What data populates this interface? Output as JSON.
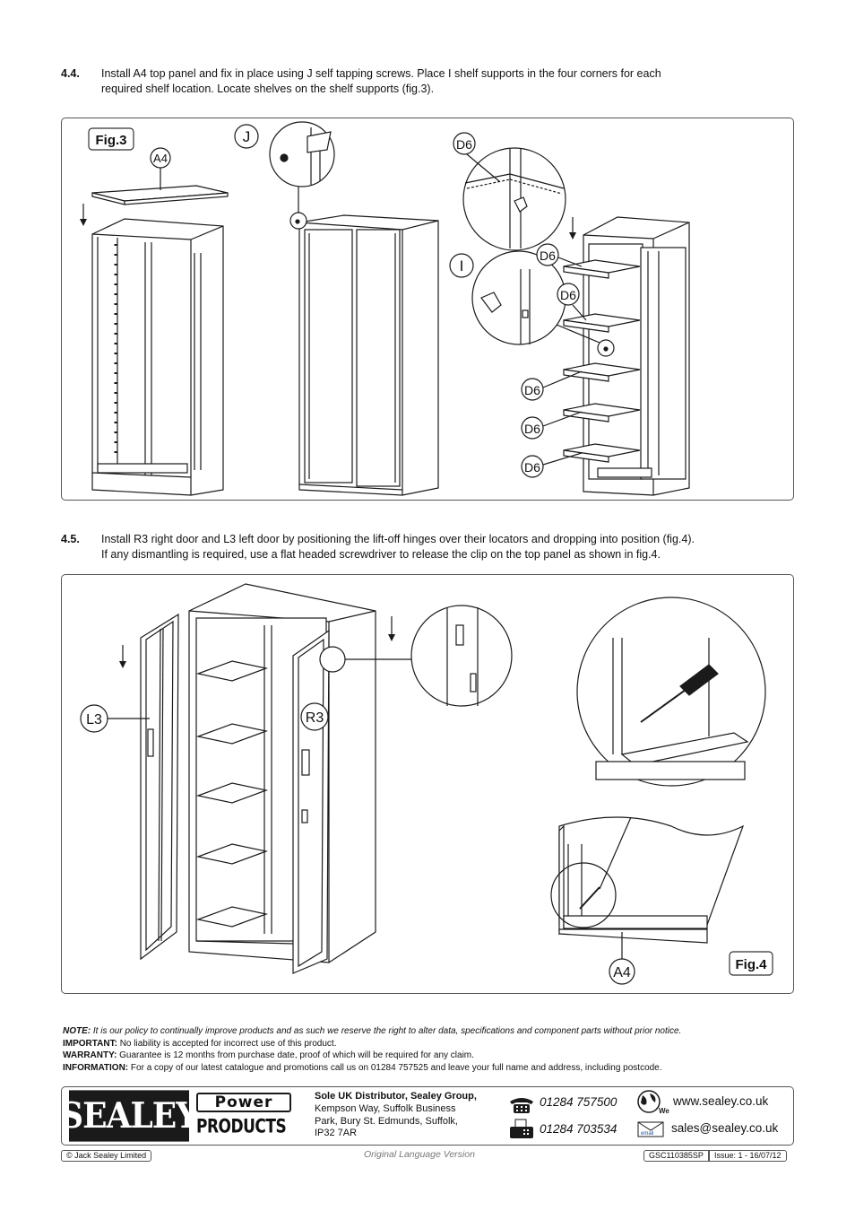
{
  "steps": [
    {
      "number": "4.4.",
      "line1": "Install A4 top panel and fix in place using J self tapping screws. Place I shelf supports in the four corners for each",
      "line2": "required shelf location. Locate shelves on the shelf supports (fig.3)."
    },
    {
      "number": "4.5.",
      "line1": "Install R3 right door and L3 left door by positioning the lift-off hinges over their locators and dropping into position (fig.4).",
      "line2": "If any dismantling is required, use a flat headed screwdriver to release the clip on the top panel as shown in fig.4."
    }
  ],
  "fig3": {
    "title": "Fig.3",
    "labels": {
      "a4": "A4",
      "j": "J",
      "i": "I",
      "d6": "D6"
    }
  },
  "fig4": {
    "title": "Fig.4",
    "labels": {
      "l3": "L3",
      "r3": "R3",
      "a4": "A4"
    }
  },
  "notes": [
    {
      "label": "NOTE:",
      "text": " It is our policy to continually improve products and as such we reserve the right to alter data, specifications and component parts without prior notice.",
      "italic": true
    },
    {
      "label": "IMPORTANT:",
      "text": " No liability is accepted for incorrect use of this product."
    },
    {
      "label": "WARRANTY:",
      "text": " Guarantee is 12 months from purchase date, proof of which will be required for any claim."
    },
    {
      "label": "INFORMATION:",
      "text": " For a copy of our latest catalogue and promotions call us on 01284 757525 and leave your full name and address, including postcode."
    }
  ],
  "footer": {
    "logo_text": "SEALEY",
    "power_text": "Power",
    "products_text": "PRODUCTS",
    "distributor_title": "Sole UK Distributor, Sealey Group,",
    "address_1": "Kempson Way, Suffolk Business",
    "address_2": "Park, Bury St. Edmunds, Suffolk,",
    "address_3": "IP32 7AR",
    "phone": "01284 757500",
    "fax": "01284 703534",
    "web": "www.sealey.co.uk",
    "email": "sales@sealey.co.uk",
    "web_icon_label": "Web",
    "email_icon_label": "email",
    "copyright": "© Jack Sealey Limited",
    "original_language": "Original Language Version",
    "doc_code": "GSC110385SP",
    "issue": "Issue: 1 - 16/07/12"
  }
}
